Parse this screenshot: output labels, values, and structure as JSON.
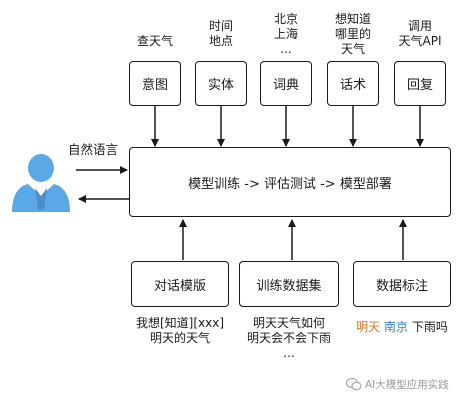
{
  "top_boxes": [
    {
      "label": "意图",
      "caption": [
        "查天气"
      ]
    },
    {
      "label": "实体",
      "caption": [
        "时间",
        "地点"
      ]
    },
    {
      "label": "词典",
      "caption": [
        "北京",
        "上海",
        "..."
      ]
    },
    {
      "label": "话术",
      "caption": [
        "想知道",
        "哪里的",
        "天气"
      ]
    },
    {
      "label": "回复",
      "caption": [
        "调用",
        "天气API"
      ]
    }
  ],
  "center": {
    "label": "模型训练 -> 评估测试 -> 模型部署"
  },
  "input_label": "自然语言",
  "bottom_boxes": [
    {
      "label": "对话模版",
      "caption": [
        "我想[知道][xxx]",
        "明天的天气"
      ]
    },
    {
      "label": "训练数据集",
      "caption": [
        "明天天气如何",
        "明天会不会下雨",
        "..."
      ]
    },
    {
      "label": "数据标注",
      "caption_parts": [
        {
          "text": "明天",
          "color": "#e0782b"
        },
        {
          "text": "南京",
          "color": "#3a7fcf"
        },
        {
          "text": "下雨吗",
          "color": "#1a1a1a"
        }
      ]
    }
  ],
  "watermark": "AI大模型应用实践",
  "colors": {
    "user_blue": "#5aa9e6",
    "user_dark": "#4a8fc9",
    "line": "#1a1a1a"
  }
}
